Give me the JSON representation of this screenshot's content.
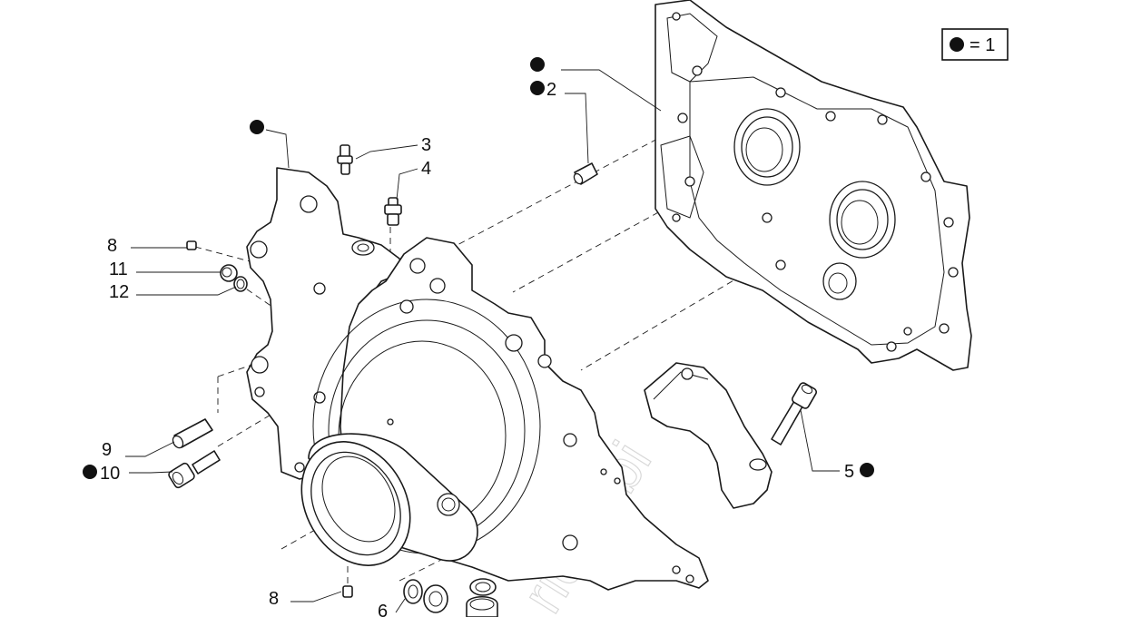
{
  "legend": {
    "text": "= 1"
  },
  "callouts": {
    "c_top": "",
    "c2": "2",
    "c_plate": "",
    "c3": "3",
    "c4": "4",
    "c8a": "8",
    "c11": "11",
    "c12": "12",
    "c9": "9",
    "c10": "10",
    "c5": "5",
    "c8b": "8",
    "c6": "6"
  },
  "watermark": "ricambi"
}
